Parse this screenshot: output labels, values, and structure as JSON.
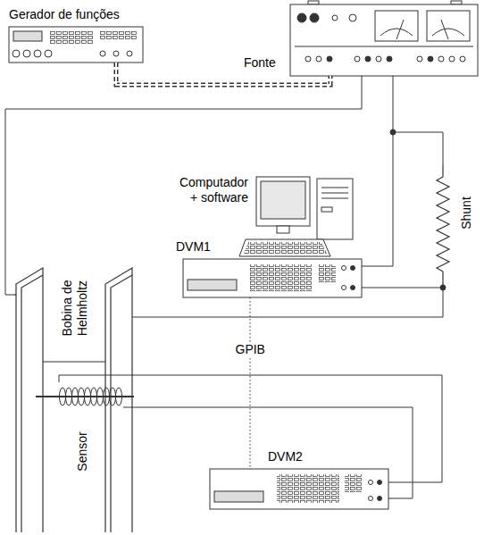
{
  "diagram": {
    "nodes": [
      {
        "text": [
          "Gerador de funções"
        ]
      },
      {
        "text": [
          "Fonte"
        ]
      },
      {
        "text": [
          "Computador + software"
        ]
      },
      {
        "text": [
          "DVM1"
        ]
      },
      {
        "text": [
          "Shunt"
        ]
      },
      {
        "text": [
          "Bobina de Helmholtz"
        ]
      },
      {
        "text": [
          "Sensor"
        ],
        "in": 5
      },
      {
        "text": [
          "DVM2"
        ]
      }
    ],
    "edges": [
      {
        "from": 0,
        "to": 1,
        "arrow": "none"
      },
      {
        "from": 1,
        "to": 5,
        "arrow": "none"
      },
      {
        "from": 1,
        "to": 4,
        "arrow": "none"
      },
      {
        "from": 3,
        "to": 4,
        "arrow": "none"
      },
      {
        "from": 4,
        "to": 5,
        "arrow": "none"
      },
      {
        "from": 3,
        "to": 7,
        "label": "GPIB",
        "arrow": "none"
      },
      {
        "from": 6,
        "to": 7,
        "arrow": "none"
      }
    ]
  }
}
